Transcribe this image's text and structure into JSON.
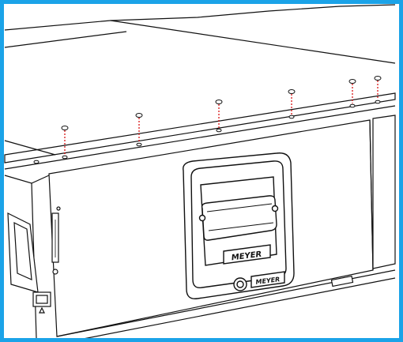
{
  "figure": {
    "border_color": "#1ba3e8",
    "line_color": "#111111",
    "fastener_line_color": "#d40000",
    "background": "#ffffff"
  },
  "handle_logo": {
    "text": "MEYER",
    "icon": "brand-logo"
  },
  "badge_logo": {
    "text": "MEYER",
    "icon": "brand-logo"
  }
}
